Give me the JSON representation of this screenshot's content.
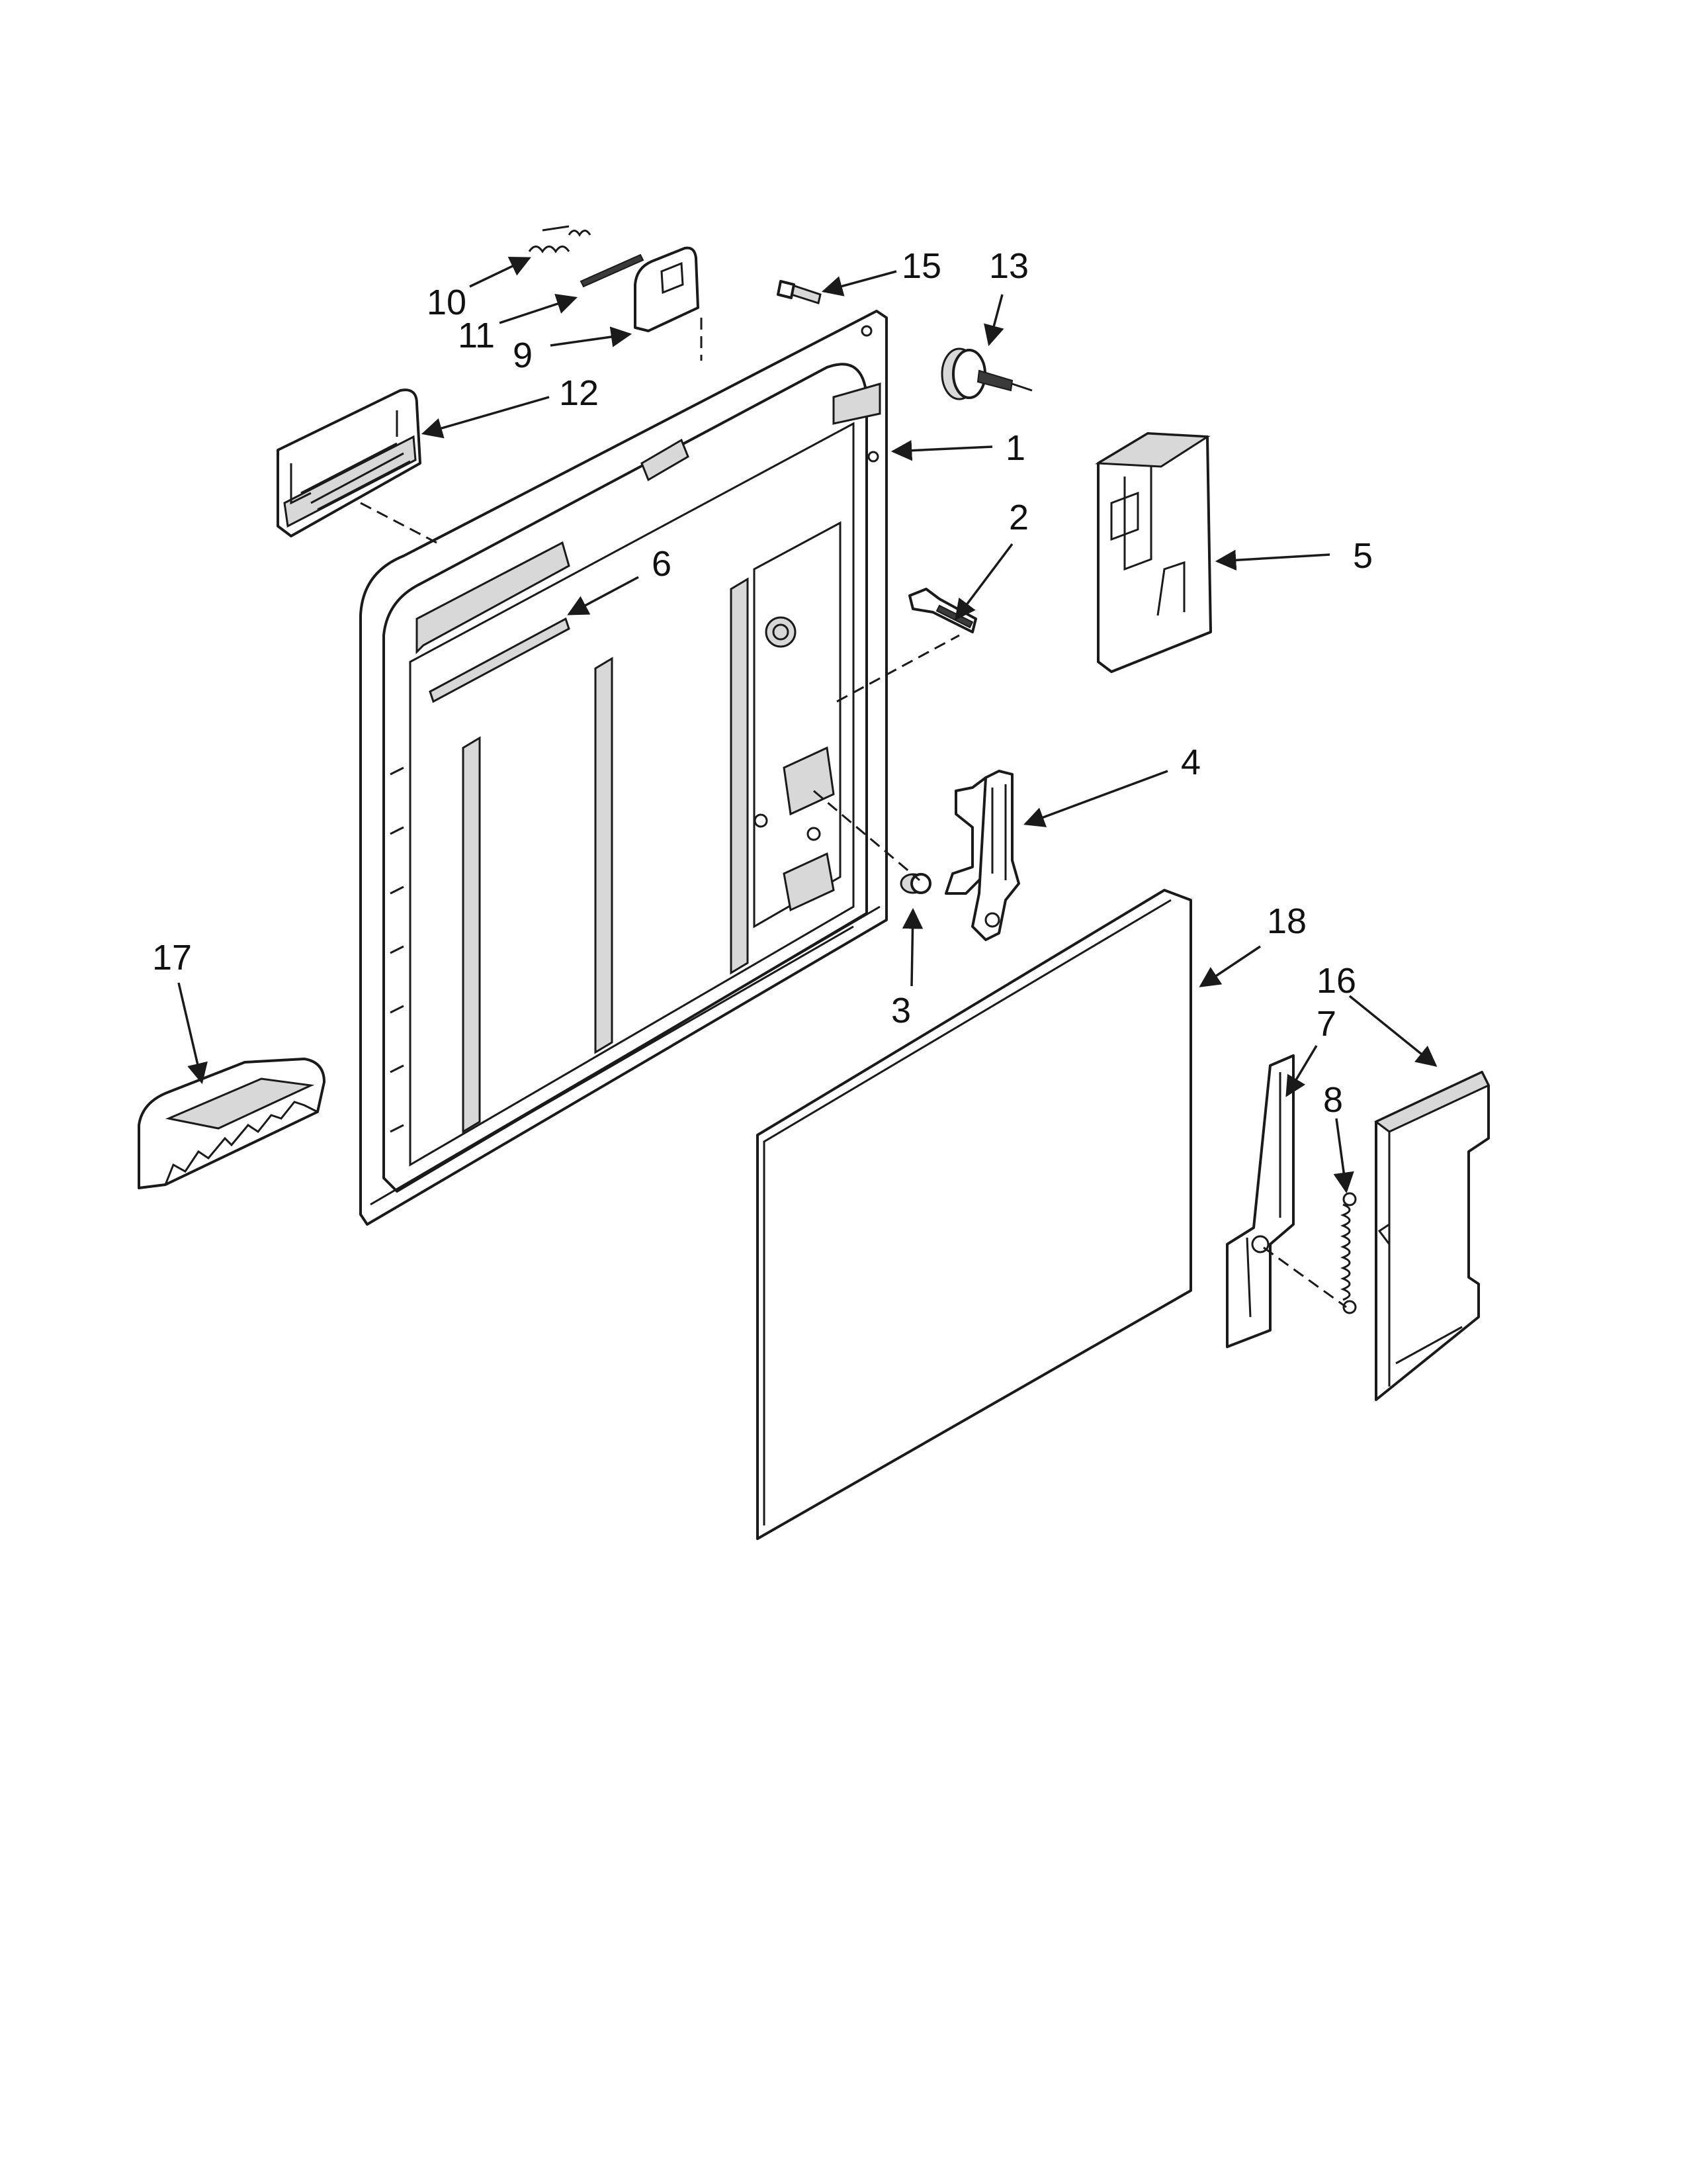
{
  "callouts": [
    {
      "id": "1",
      "label": "1"
    },
    {
      "id": "2",
      "label": "2"
    },
    {
      "id": "3",
      "label": "3"
    },
    {
      "id": "4",
      "label": "4"
    },
    {
      "id": "5",
      "label": "5"
    },
    {
      "id": "6",
      "label": "6"
    },
    {
      "id": "7",
      "label": "7"
    },
    {
      "id": "8",
      "label": "8"
    },
    {
      "id": "9",
      "label": "9"
    },
    {
      "id": "10",
      "label": "10"
    },
    {
      "id": "11",
      "label": "11"
    },
    {
      "id": "12",
      "label": "12"
    },
    {
      "id": "13",
      "label": "13"
    },
    {
      "id": "15",
      "label": "15"
    },
    {
      "id": "16",
      "label": "16"
    },
    {
      "id": "17",
      "label": "17"
    },
    {
      "id": "18",
      "label": "18"
    }
  ]
}
